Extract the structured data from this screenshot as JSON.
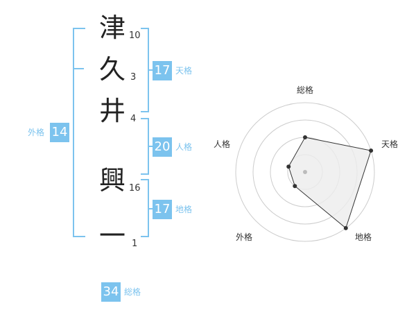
{
  "name_chars": [
    {
      "char": "津",
      "strokes": "10"
    },
    {
      "char": "久",
      "strokes": "3"
    },
    {
      "char": "井",
      "strokes": "4"
    },
    {
      "char": "興",
      "strokes": "16"
    },
    {
      "char": "一",
      "strokes": "1"
    }
  ],
  "fortunes": {
    "tenkaku": {
      "value": "17",
      "label": "天格"
    },
    "jinkaku": {
      "value": "20",
      "label": "人格"
    },
    "chikaku": {
      "value": "17",
      "label": "地格"
    },
    "gaikaku": {
      "value": "14",
      "label": "外格"
    },
    "soukaku": {
      "value": "34",
      "label": "総格"
    }
  },
  "radar": {
    "axes": [
      "総格",
      "天格",
      "地格",
      "外格",
      "人格"
    ],
    "values": [
      0.5,
      1.0,
      1.0,
      0.25,
      0.25
    ],
    "max": 1,
    "rings": 4,
    "colors": {
      "ring": "#cccccc",
      "fill": "#ececec",
      "stroke": "#333333",
      "point": "#333333",
      "center": "#bbbbbb"
    }
  },
  "colors": {
    "accent": "#7cc3ee",
    "text": "#222222"
  }
}
